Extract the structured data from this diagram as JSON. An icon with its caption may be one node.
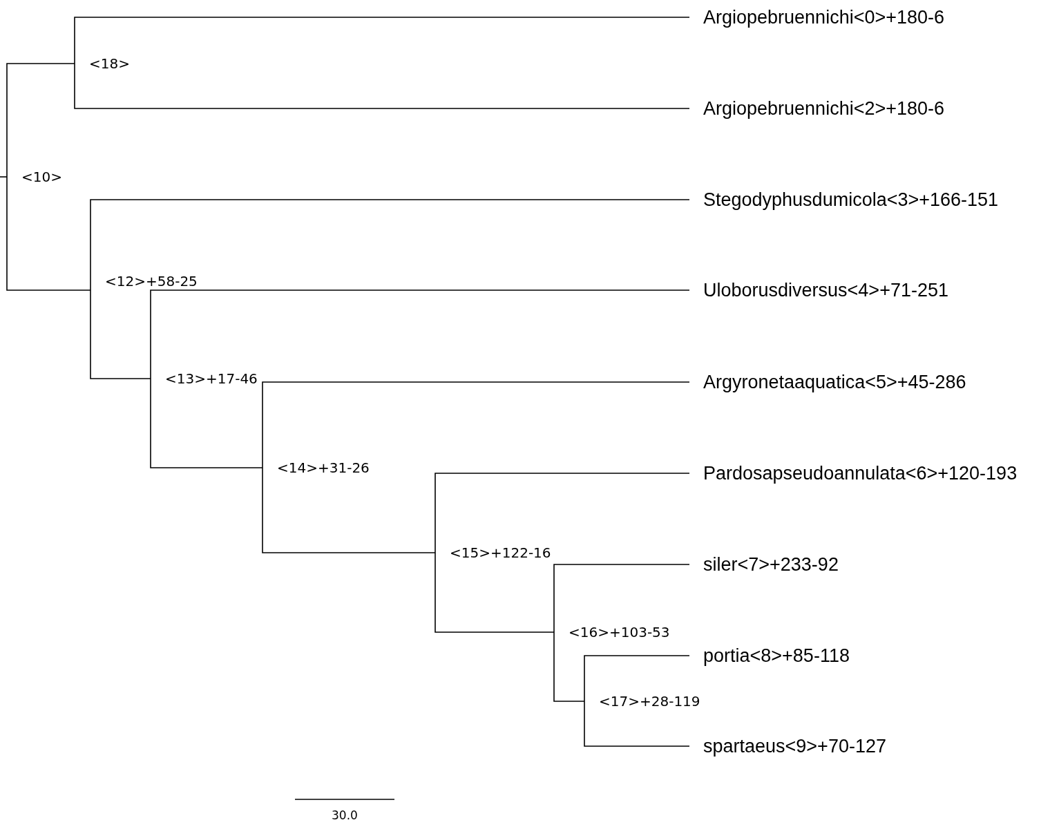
{
  "diagram": {
    "nodes": [
      {
        "text": [
          "<10>"
        ]
      },
      {
        "text": [
          "<18>"
        ]
      },
      {
        "text": [
          "Argiopebruennichi<0>+180-6"
        ]
      },
      {
        "text": [
          "Argiopebruennichi<2>+180-6"
        ]
      },
      {
        "text": [
          "<12>+58-25"
        ]
      },
      {
        "text": [
          "Stegodyphusdumicola<3>+166-151"
        ]
      },
      {
        "text": [
          "<13>+17-46"
        ]
      },
      {
        "text": [
          "Uloborusdiversus<4>+71-251"
        ]
      },
      {
        "text": [
          "<14>+31-26"
        ]
      },
      {
        "text": [
          "Argyronetaaquatica<5>+45-286"
        ]
      },
      {
        "text": [
          "<15>+122-16"
        ]
      },
      {
        "text": [
          "Pardosapseudoannulata<6>+120-193"
        ]
      },
      {
        "text": [
          "<16>+103-53"
        ]
      },
      {
        "text": [
          "siler<7>+233-92"
        ]
      },
      {
        "text": [
          "<17>+28-119"
        ]
      },
      {
        "text": [
          "portia<8>+85-118"
        ]
      },
      {
        "text": [
          "spartaeus<9>+70-127"
        ]
      }
    ],
    "edges": [
      {
        "from": null,
        "to": 0,
        "arrow": "none"
      },
      {
        "from": 0,
        "to": 1,
        "arrow": "none"
      },
      {
        "from": 0,
        "to": 4,
        "arrow": "none"
      },
      {
        "from": 1,
        "to": 2,
        "arrow": "none"
      },
      {
        "from": 1,
        "to": 3,
        "arrow": "none"
      },
      {
        "from": 4,
        "to": 5,
        "arrow": "none"
      },
      {
        "from": 4,
        "to": 6,
        "arrow": "none"
      },
      {
        "from": 6,
        "to": 7,
        "arrow": "none"
      },
      {
        "from": 6,
        "to": 8,
        "arrow": "none"
      },
      {
        "from": 8,
        "to": 9,
        "arrow": "none"
      },
      {
        "from": 8,
        "to": 10,
        "arrow": "none"
      },
      {
        "from": 10,
        "to": 11,
        "arrow": "none"
      },
      {
        "from": 10,
        "to": 12,
        "arrow": "none"
      },
      {
        "from": 12,
        "to": 13,
        "arrow": "none"
      },
      {
        "from": 12,
        "to": 14,
        "arrow": "none"
      },
      {
        "from": 14,
        "to": 15,
        "arrow": "none"
      },
      {
        "from": 14,
        "to": 16,
        "arrow": "none"
      }
    ],
    "labels": [
      "30.0"
    ]
  }
}
